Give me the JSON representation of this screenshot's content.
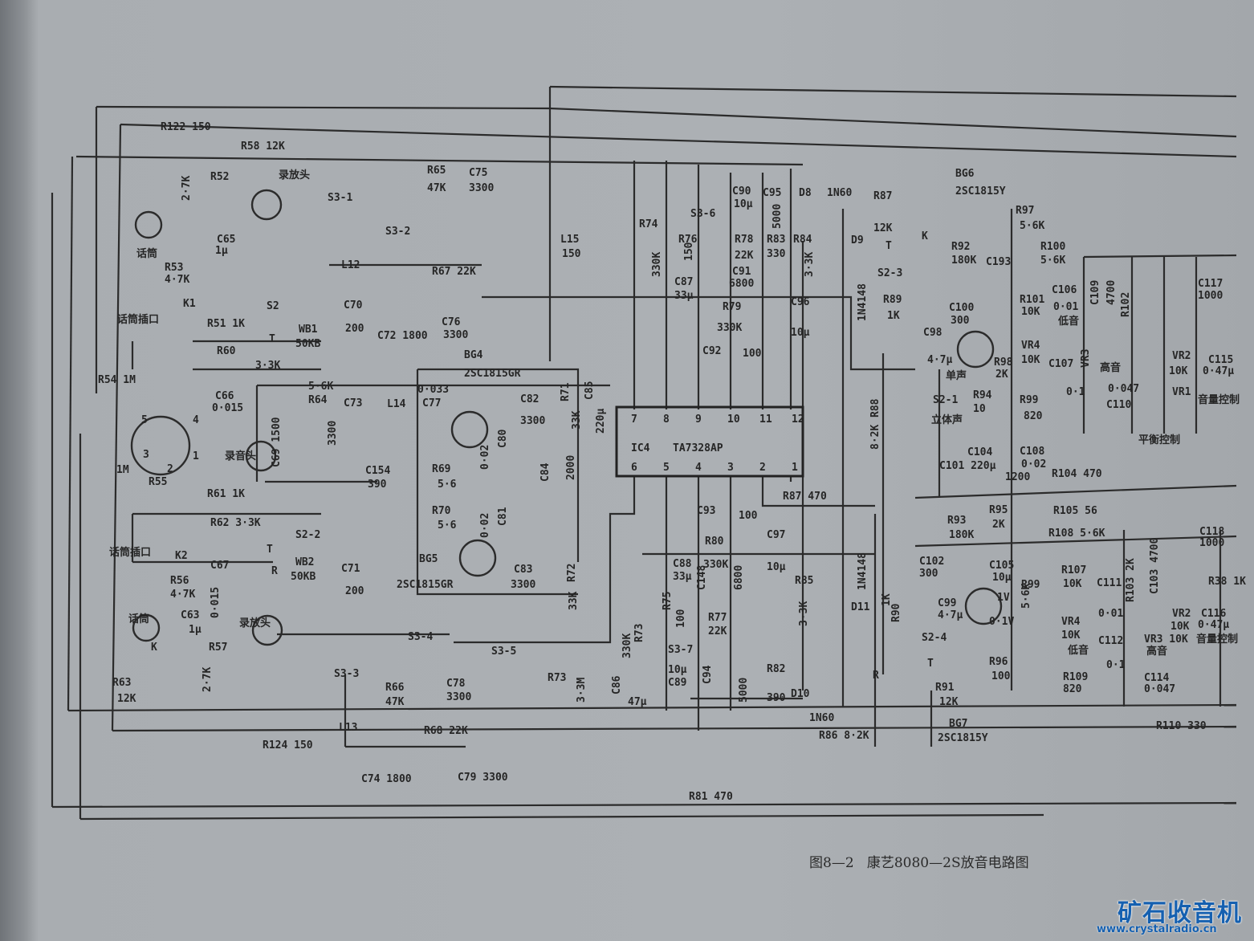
{
  "caption": {
    "figure_no": "图8—2",
    "title": "康艺8080—2S放音电路图"
  },
  "watermark": {
    "name": "矿石收音机",
    "url": "www.crystalradio.cn"
  },
  "ic": {
    "ref": "IC4",
    "part": "TA7328AP",
    "pins_top": [
      "7",
      "8",
      "9",
      "10",
      "11",
      "12"
    ],
    "pins_bottom": [
      "6",
      "5",
      "4",
      "3",
      "2",
      "1"
    ]
  },
  "labels": {
    "r122": "R122 150",
    "r58": "R58 12K",
    "r52": "R52",
    "r52v": "2·7K",
    "r65": "R65",
    "r65v": "47K",
    "c75": "C75",
    "c75v": "3300",
    "s31": "S3-1",
    "s32": "S3-2",
    "head1": "录放头",
    "mic1": "话筒",
    "c65": "C65",
    "c65v": "1μ",
    "r53": "R53",
    "r53v": "4·7K",
    "k1": "K1",
    "s2": "S2",
    "l12": "L12",
    "c70": "C70",
    "c70v": "200",
    "c72": "C72 1800",
    "r67": "R67 22K",
    "c76": "C76",
    "c76v": "3300",
    "l15": "L15",
    "l15v": "150",
    "jack1": "话筒插口",
    "r51": "R51 1K",
    "t1": "T",
    "wb1": "WB1",
    "wb1v": "50KB",
    "r60": "R60",
    "r60v": "3·3K",
    "r54": "R54 1M",
    "c66": "C66",
    "c66v": "0·015",
    "bg4": "BG4",
    "bg4t": "2SC1815GR",
    "c77v": "0·033",
    "c77": "C77",
    "c82": "C82",
    "c82v": "3300",
    "r71": "R71",
    "r71v": "33K",
    "c85": "C85",
    "c85v": "220μ",
    "r64v": "5·6K",
    "r64": "R64",
    "c73": "C73",
    "c73v": "3300",
    "l14": "L14",
    "p5": "5",
    "p4": "4",
    "p3": "3",
    "p1": "1",
    "p2": "2",
    "r55v": "1M",
    "r55": "R55",
    "head2": "录音头",
    "c69": "C69 1500",
    "c154": "C154",
    "c154v": "390",
    "r69": "R69",
    "r69v": "5·6",
    "c80v": "0·02",
    "c80": "C80",
    "c84": "C84",
    "c84v": "2000",
    "r61": "R61 1K",
    "r70": "R70",
    "r70v": "5·6",
    "c81v": "0·02",
    "c81": "C81",
    "r62": "R62 3·3K",
    "s22": "S2-2",
    "jack2": "话筒插口",
    "k2": "K2",
    "bg5": "BG5",
    "r72": "R72",
    "r72v": "33K",
    "t2": "T",
    "r2": "R",
    "c67": "C67",
    "r56": "R56",
    "r56v": "4·7K",
    "c67v": "0·015",
    "wb2": "WB2",
    "wb2v": "50KB",
    "c71": "C71",
    "c71v": "200",
    "bg5t": "2SC1815GR",
    "c83": "C83",
    "c83v": "3300",
    "c63": "C63",
    "c63v": "1μ",
    "mic2": "话筒",
    "k": "K",
    "head3": "录放头",
    "s34": "S3-4",
    "s33": "S3-3",
    "s35": "S3-5",
    "r57": "R57",
    "r57v": "2·7K",
    "r63": "R63",
    "r63v": "12K",
    "r66": "R66",
    "r66v": "47K",
    "c78": "C78",
    "c78v": "3300",
    "r73a": "R73",
    "r73av": "3·3M",
    "c86": "C86",
    "c86v": "47μ",
    "r124": "R124 150",
    "l13": "L13",
    "r68": "R68 22K",
    "c74": "C74 1800",
    "c79": "C79 3300",
    "r81": "R81 470",
    "r74": "R74",
    "r74v": "330K",
    "r76": "R76",
    "r76v": "150",
    "s36": "S3-6",
    "c90": "C90",
    "c90v": "10μ",
    "c95": "C95",
    "c95v": "5000",
    "d8": "D8",
    "d8v": "1N60",
    "r87": "R87",
    "r87v": "12K",
    "t3": "T",
    "k3": "K",
    "s23": "S2-3",
    "r89": "R89",
    "r89v": "1K",
    "bg6": "BG6",
    "bg6t": "2SC1815Y",
    "r97": "R97",
    "r97v": "5·6K",
    "r92": "R92",
    "r92v": "180K",
    "c193": "C193",
    "r100": "R100",
    "r100v": "5·6K",
    "r78": "R78",
    "r78v": "22K",
    "r83": "R83",
    "r83v": "330",
    "r84": "R84",
    "r84v": "3·3K",
    "d9": "D9",
    "d9v": "1N4148",
    "c91": "C91",
    "c91v": "6800",
    "c87": "C87",
    "c87v": "33μ",
    "r79": "R79",
    "r79v": "330K",
    "c96": "C96",
    "c96v": "10μ",
    "c92": "C92",
    "c92v": "100",
    "c100": "C100",
    "c100v": "300",
    "c98": "C98",
    "c98v": "4·7μ",
    "c106": "C106",
    "c106v": "0·01",
    "r101": "R101",
    "r101v": "10K",
    "vr4a": "VR4",
    "vr4av": "10K",
    "r98": "R98",
    "r98v": "2K",
    "c107": "C107",
    "c107v": "0·1",
    "bass1": "低音",
    "treble1": "高音",
    "r94": "R94",
    "r94v": "10",
    "r99a": "R99",
    "r99av": "820",
    "vr3a": "VR3",
    "r102": "R102",
    "c109": "C109",
    "c109v": "4700",
    "c117": "C117",
    "c117v": "1000",
    "vr2a": "VR2",
    "vr2av": "10K",
    "c115": "C115",
    "c115v": "0·47μ",
    "vr1": "VR1",
    "c110": "C110",
    "c110v": "0·047",
    "balance": "平衡控制",
    "vol1": "音量控制",
    "s21": "S2-1",
    "stereo": "立体声",
    "mono": "单声",
    "c104": "C104",
    "c101": "C101 220μ",
    "c108": "C108",
    "c108v": "0·02",
    "c1200": "1200",
    "r104": "R104 470",
    "r105": "R105 56",
    "r88": "R88",
    "r88v": "8·2K",
    "r87b": "R87 470",
    "c93": "C93",
    "c93v": "100",
    "r80": "R80",
    "r80v": "330K",
    "c88": "C88",
    "c88v": "33μ",
    "c148": "C148",
    "c148v": "6800",
    "r75": "R75",
    "r75v": "100",
    "r77": "R77",
    "r77v": "22K",
    "r73b": "R73",
    "r73bv": "330K",
    "s37": "S3-7",
    "c89": "C89",
    "c89v": "10μ",
    "c94": "C94",
    "c94v": "5000",
    "c97": "C97",
    "c97v": "10μ",
    "r85": "R85",
    "r85v": "3·3K",
    "d11": "D11",
    "d11v": "1N4148",
    "r82": "R82",
    "r82v": "390",
    "d10": "D10",
    "d10v": "1N60",
    "r86": "R86 8·2K",
    "r93": "R93",
    "r93v": "180K",
    "r95": "R95",
    "r95v": "2K",
    "r108": "R108 5·6K",
    "c102": "C102",
    "c102v": "300",
    "c105": "C105",
    "c105v": "10μ",
    "v1": "1V",
    "r99b": "R99",
    "r99bv": "5·6K",
    "c99": "C99",
    "c99v": "4·7μ",
    "v01": "0·1V",
    "r90": "R90",
    "r90v": "1K",
    "s24": "S2-4",
    "t4": "T",
    "r4": "R",
    "r96": "R96",
    "r96v": "100",
    "r91": "R91",
    "r91v": "12K",
    "bg7": "BG7",
    "bg7t": "2SC1815Y",
    "r107": "R107",
    "r107v": "10K",
    "c111": "C111",
    "c111v": "0·01",
    "r103": "R103 2K",
    "c103": "C103 4700",
    "vr4b": "VR4",
    "vr4bv": "10K",
    "bass2": "低音",
    "c112": "C112",
    "c112v": "0·1",
    "r109": "R109",
    "r109v": "820",
    "vr2b": "VR2",
    "vr2bv": "10K",
    "vr3b": "VR3 10K",
    "treble2": "高音",
    "c114": "C114",
    "c114v": "0·047",
    "c116": "C116",
    "c116v": "0·47μ",
    "vol2": "音量控制",
    "c118": "C118",
    "c118v": "1000",
    "r38": "R38 1K",
    "r110": "R110 330"
  }
}
